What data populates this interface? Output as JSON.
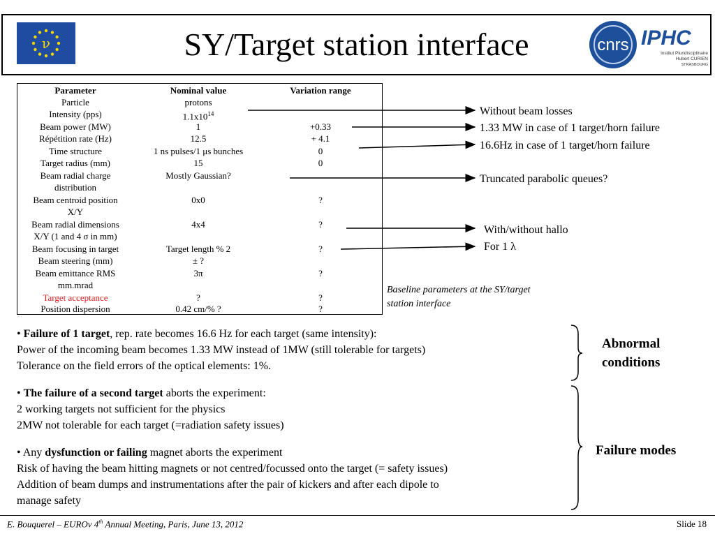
{
  "header": {
    "title": "SY/Target station interface",
    "logo_right_1": "cnrs",
    "logo_right_2": "IPHC",
    "logo_right_2_sub1": "Institut Pluridisciplinaire",
    "logo_right_2_sub2": "Hubert CURIEN",
    "logo_right_2_sub3": "STRASBOURG",
    "eu_flag_letter": "ν"
  },
  "table": {
    "headers": [
      "Parameter",
      "Nominal value",
      "Variation range"
    ],
    "rows": [
      {
        "param": "Particle",
        "nominal": "protons",
        "range": ""
      },
      {
        "param": "Intensity (pps)",
        "nominal": "1.1x10",
        "nominal_sup": "14",
        "range": ""
      },
      {
        "param": "Beam power (MW)",
        "nominal": "1",
        "range": "+0.33"
      },
      {
        "param": "Répétition rate (Hz)",
        "nominal": "12.5",
        "range": "+ 4.1"
      },
      {
        "param": "Time structure",
        "nominal": "1 ns pulses/1 μs bunches",
        "range": "0"
      },
      {
        "param": "Target radius (mm)",
        "nominal": "15",
        "range": "0"
      },
      {
        "param": "Beam radial charge",
        "param2": "distribution",
        "nominal": "Mostly Gaussian?",
        "range": ""
      },
      {
        "param": "Beam centroid position",
        "param2": "X/Y",
        "nominal": "0x0",
        "range": "?"
      },
      {
        "param": "Beam radial dimensions",
        "param2": "X/Y (1 and 4 σ in mm)",
        "nominal": "4x4",
        "range": "?"
      },
      {
        "param": "Beam focusing in target",
        "nominal": "Target length % 2",
        "range": "?"
      },
      {
        "param": "Beam steering (mm)",
        "nominal": "± ?",
        "range": ""
      },
      {
        "param": "Beam emittance RMS",
        "param2": "mm.mrad",
        "nominal": "3π",
        "range": "?"
      },
      {
        "param": "Target acceptance",
        "nominal": "?",
        "range": "?"
      },
      {
        "param": "Position dispersion",
        "nominal": "0.42 cm/% ?",
        "range": "?"
      }
    ]
  },
  "notes": {
    "no_losses": "Without beam losses",
    "power_failure": "1.33 MW in case of 1 target/horn failure",
    "rate_failure": "16.6Hz in case of 1 target/horn failure",
    "truncated": "Truncated parabolic queues?",
    "hallo": "With/without hallo",
    "lambda": "For 1 λ"
  },
  "caption": {
    "line1": "Baseline parameters at the SY/target",
    "line2": "station interface"
  },
  "bullets": {
    "b1_bold": "Failure of 1 target",
    "b1_rest": ", rep. rate becomes 16.6 Hz for each target (same intensity):",
    "b1_l2": "Power of the incoming beam becomes 1.33 MW instead of 1MW (still tolerable for targets)",
    "b1_l3": "Tolerance on the field errors of the optical elements: 1%.",
    "b2_bold": "The failure of a second target",
    "b2_rest": " aborts the experiment:",
    "b2_l2": "2 working targets not sufficient for the physics",
    "b2_l3": "2MW not tolerable for each target (=radiation safety issues)",
    "b3_pre": "Any ",
    "b3_bold": "dysfunction or failing",
    "b3_rest": " magnet aborts the experiment",
    "b3_l2": "Risk of having the beam hitting magnets or not centred/focussed onto the target (= safety issues)",
    "b3_l3": "Addition of beam dumps and instrumentations after the pair of kickers and after each dipole to",
    "b3_l4": "manage safety",
    "bullet_char": "•"
  },
  "side_labels": {
    "abnormal_1": "Abnormal",
    "abnormal_2": "conditions",
    "failure_modes": "Failure modes"
  },
  "footer": {
    "left_pre": "E. Bouquerel – EUROv 4",
    "left_sup": "th",
    "left_post": " Annual Meeting, Paris, June 13, 2012",
    "right": "Slide 18"
  },
  "colors": {
    "eu_blue": "#1f4ba0",
    "eu_star": "#f5d800",
    "cnrs_blue": "#1e4f9a",
    "red_text": "#e31b1b"
  }
}
